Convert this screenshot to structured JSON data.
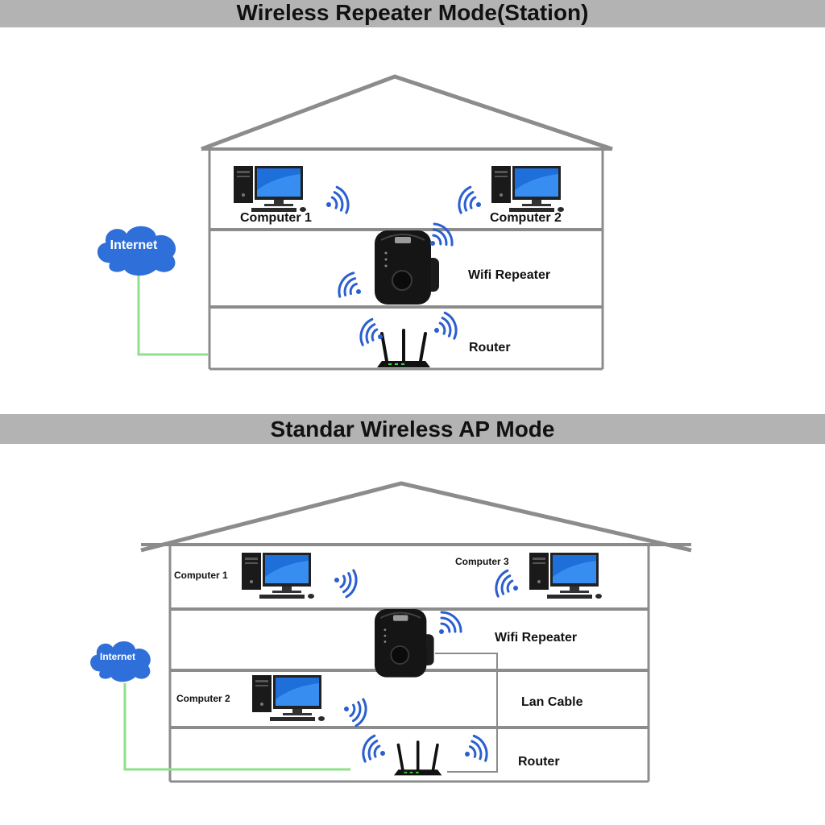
{
  "top": {
    "title": "Wireless Repeater Mode(Station)",
    "internet": "Internet",
    "computer_1": "Computer 1",
    "computer_2": "Computer 2",
    "repeater": "Wifi Repeater",
    "router": "Router"
  },
  "bottom": {
    "title": "Standar Wireless AP Mode",
    "internet": "Internet",
    "computer_1": "Computer 1",
    "computer_3": "Computer 3",
    "computer_2": "Computer 2",
    "repeater": "Wifi Repeater",
    "lan_cable": "Lan Cable",
    "router": "Router"
  },
  "colors": {
    "banner": "#b3b3b3",
    "house_line": "#8c8c8c",
    "cloud": "#2f6fd9",
    "wifi": "#2b5fd0",
    "cable_green": "#8fe08a",
    "monitor_screen": "#1e6fd9"
  },
  "icons": [
    "wifi-repeater-icon",
    "router-icon",
    "computer-icon",
    "wifi-signal-icon",
    "internet-cloud-icon"
  ]
}
